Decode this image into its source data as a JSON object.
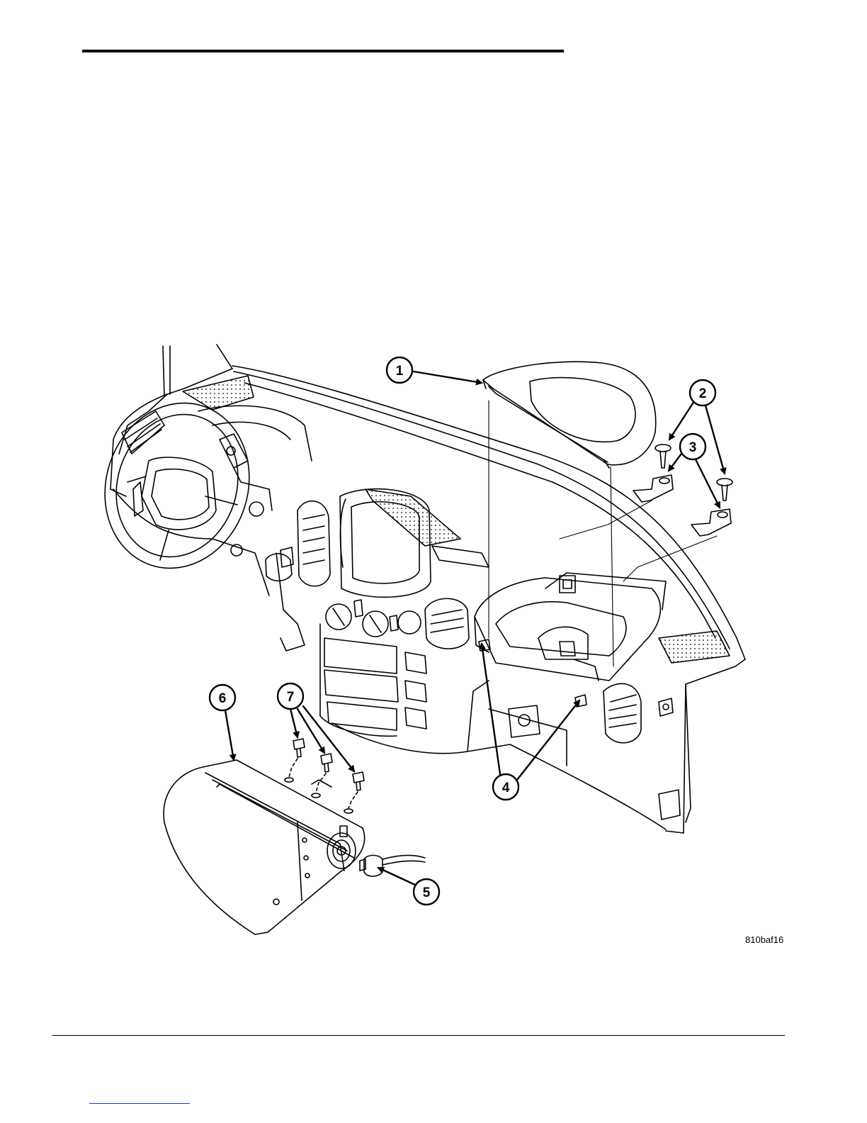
{
  "figure": {
    "id_label": "810baf16",
    "callouts": [
      {
        "label": "1"
      },
      {
        "label": "2"
      },
      {
        "label": "3"
      },
      {
        "label": "4"
      },
      {
        "label": "5"
      },
      {
        "label": "6"
      },
      {
        "label": "7"
      }
    ]
  },
  "colors": {
    "line": "#000000",
    "link": "#1a37c8",
    "background": "#ffffff"
  }
}
